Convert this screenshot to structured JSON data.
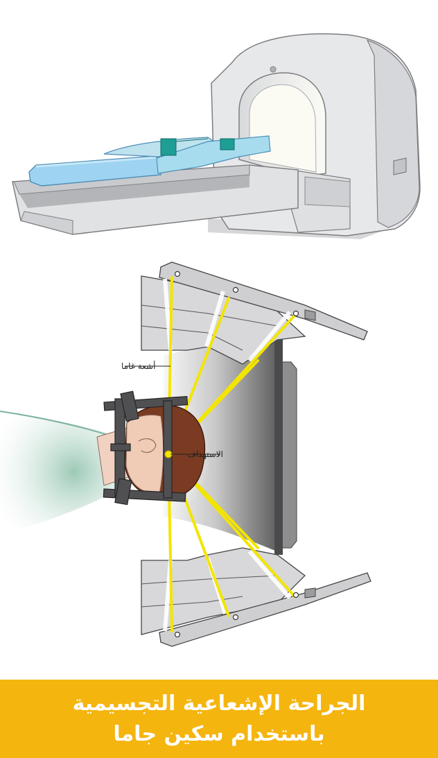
{
  "labels": {
    "gamma_rays": "أشعة غاما",
    "target": "الاستهداف"
  },
  "title": {
    "line1": "الجراحة الإشعاعية التجسيمية",
    "line2": "باستخدام سكين جاما"
  },
  "colors": {
    "banner": "#f5b50f",
    "beam": "#f3e500",
    "machine": "#e7e8ea",
    "mattress": "#9ed4f2"
  }
}
